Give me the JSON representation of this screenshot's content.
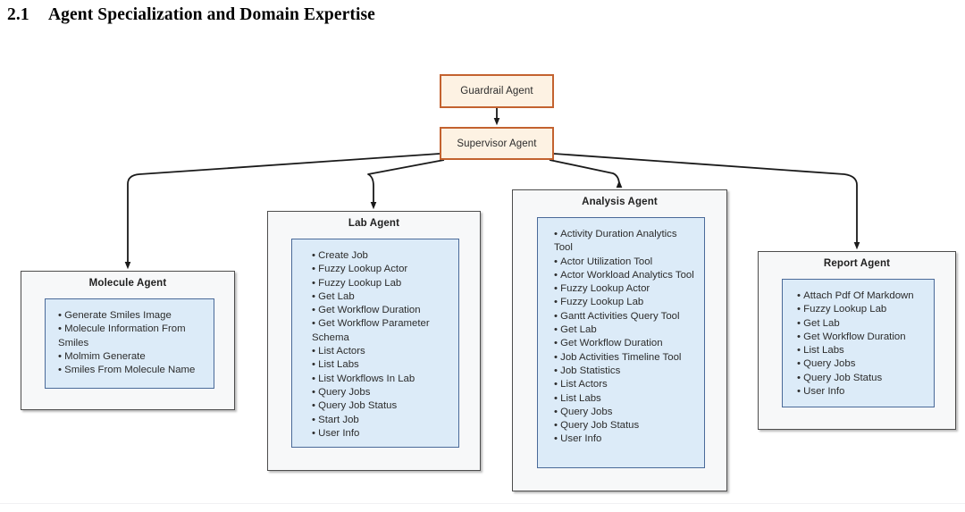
{
  "heading": {
    "number": "2.1",
    "title": "Agent Specialization and Domain Expertise"
  },
  "colors": {
    "top_node_fill": "#fdf2e3",
    "top_node_border": "#c3622f",
    "group_fill": "#f7f8f9",
    "group_border": "#4d4d4d",
    "tool_box_fill": "#dcebf8",
    "tool_box_border": "#4a6a99",
    "edge_stroke": "#1a1a1a",
    "page_background": "#ffffff"
  },
  "diagram": {
    "type": "hierarchy-flowchart",
    "nodes": {
      "guardrail": {
        "label": "Guardrail Agent"
      },
      "supervisor": {
        "label": "Supervisor Agent"
      }
    },
    "agents": [
      {
        "id": "molecule",
        "title": "Molecule Agent",
        "tools": [
          "Generate Smiles Image",
          "Molecule Information From Smiles",
          "Molmim Generate",
          "Smiles From Molecule Name"
        ]
      },
      {
        "id": "lab",
        "title": "Lab Agent",
        "tools": [
          "Create Job",
          "Fuzzy Lookup Actor",
          "Fuzzy Lookup Lab",
          "Get Lab",
          "Get Workflow Duration",
          "Get Workflow Parameter Schema",
          "List Actors",
          "List Labs",
          "List Workflows In Lab",
          "Query Jobs",
          "Query Job Status",
          "Start Job",
          "User Info"
        ]
      },
      {
        "id": "analysis",
        "title": "Analysis Agent",
        "tools": [
          "Activity Duration Analytics Tool",
          "Actor Utilization Tool",
          "Actor Workload Analytics Tool",
          "Fuzzy Lookup Actor",
          "Fuzzy Lookup Lab",
          "Gantt Activities Query Tool",
          "Get Lab",
          "Get Workflow Duration",
          "Job Activities Timeline Tool",
          "Job Statistics",
          "List Actors",
          "List Labs",
          "Query Jobs",
          "Query Job Status",
          "User Info"
        ]
      },
      {
        "id": "report",
        "title": "Report Agent",
        "tools": [
          "Attach Pdf Of Markdown",
          "Fuzzy Lookup Lab",
          "Get Lab",
          "Get Workflow Duration",
          "List Labs",
          "Query Jobs",
          "Query Job Status",
          "User Info"
        ]
      }
    ],
    "edges": [
      {
        "from": "guardrail",
        "to": "supervisor"
      },
      {
        "from": "supervisor",
        "to": "molecule"
      },
      {
        "from": "supervisor",
        "to": "lab"
      },
      {
        "from": "supervisor",
        "to": "analysis"
      },
      {
        "from": "supervisor",
        "to": "report"
      }
    ]
  }
}
